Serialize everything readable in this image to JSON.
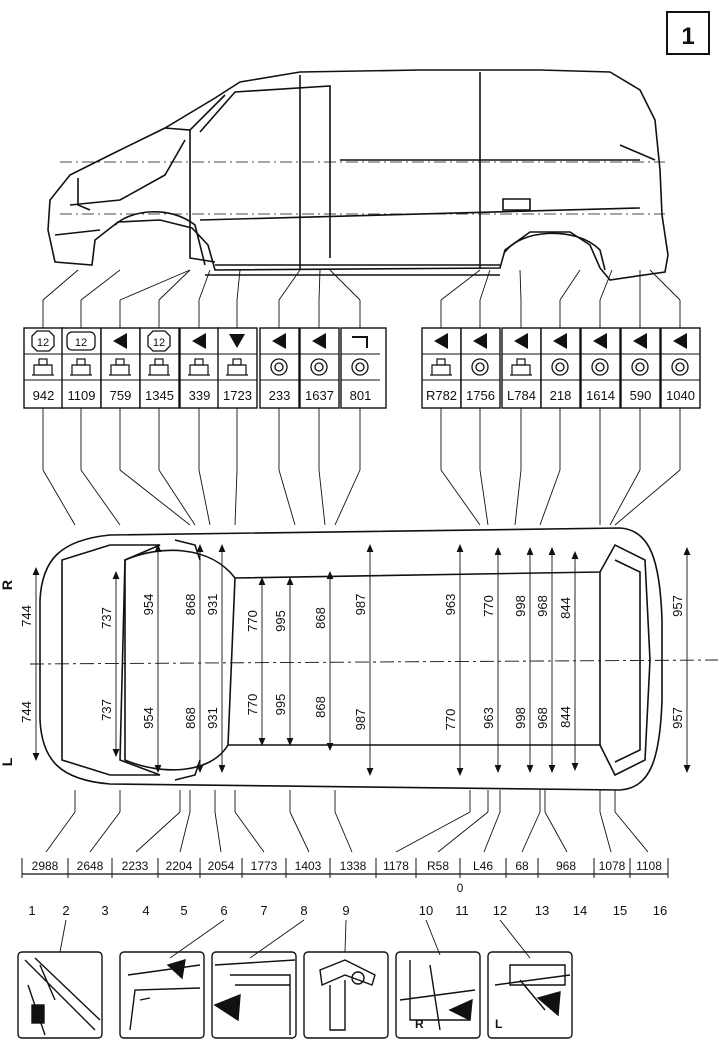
{
  "page_number": "1",
  "top_codes": [
    "942",
    "1109",
    "759",
    "1345",
    "339",
    "1723",
    "233",
    "1637",
    "801",
    "R782",
    "1756",
    "L784",
    "218",
    "1614",
    "590",
    "1040"
  ],
  "top_symbols": [
    "oct12",
    "rect12",
    "tri",
    "oct12",
    "tri",
    "tridown",
    "tri",
    "tri",
    "corner",
    "tri",
    "tri",
    "tri",
    "tri",
    "tri",
    "tri",
    "tri"
  ],
  "second_symbols": [
    "lift",
    "lift",
    "lift",
    "lift",
    "lift",
    "lift",
    "ring",
    "ring",
    "ring",
    "lift",
    "ring",
    "lift",
    "ring",
    "ring",
    "ring",
    "ring"
  ],
  "badge_label": "12",
  "width_upper": [
    "744",
    "737",
    "954",
    "868",
    "931",
    "770",
    "995",
    "868",
    "987",
    "963",
    "770",
    "998",
    "968",
    "844",
    "957"
  ],
  "width_lower": [
    "744",
    "737",
    "954",
    "868",
    "931",
    "770",
    "995",
    "868",
    "987",
    "770",
    "963",
    "998",
    "968",
    "844",
    "957"
  ],
  "side_labels": {
    "right": "R",
    "left": "L"
  },
  "bottom_dims": [
    "2988",
    "2648",
    "2233",
    "2204",
    "2054",
    "1773",
    "1403",
    "1338",
    "1178",
    "R58",
    "L46",
    "68",
    "968",
    "1078",
    "1108"
  ],
  "zero_label": "0",
  "point_numbers": [
    "1",
    "2",
    "3",
    "4",
    "5",
    "6",
    "7",
    "8",
    "9",
    "10",
    "11",
    "12",
    "13",
    "14",
    "15",
    "16"
  ],
  "detail_labels": {
    "d5": "R",
    "d6": "L"
  }
}
